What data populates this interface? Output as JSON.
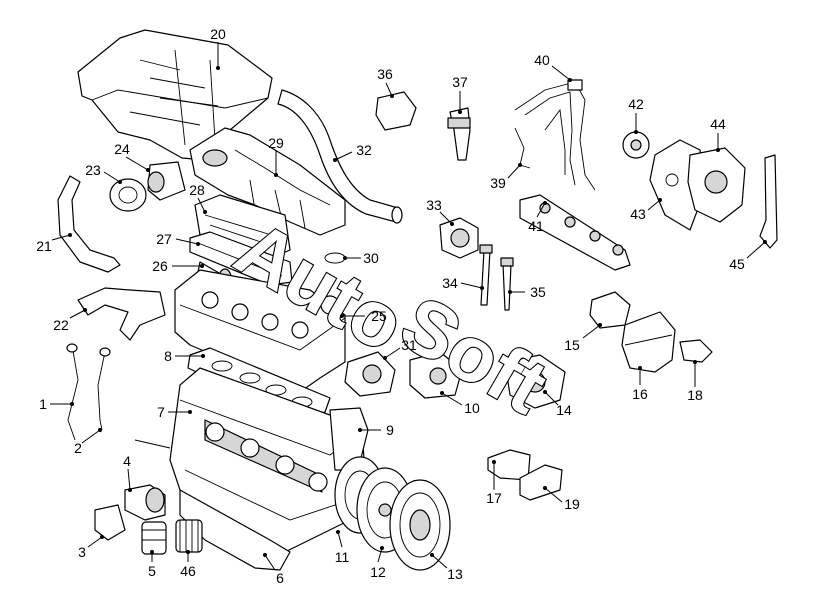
{
  "watermark": {
    "line1": "Auto",
    "line2": "Soft"
  },
  "callouts": [
    "1",
    "2",
    "3",
    "4",
    "5",
    "6",
    "7",
    "8",
    "9",
    "10",
    "11",
    "12",
    "13",
    "14",
    "15",
    "16",
    "17",
    "18",
    "19",
    "20",
    "21",
    "22",
    "23",
    "24",
    "25",
    "26",
    "27",
    "28",
    "29",
    "30",
    "31",
    "32",
    "33",
    "34",
    "35",
    "36",
    "37",
    "39",
    "40",
    "41",
    "42",
    "43",
    "44",
    "45",
    "46"
  ]
}
